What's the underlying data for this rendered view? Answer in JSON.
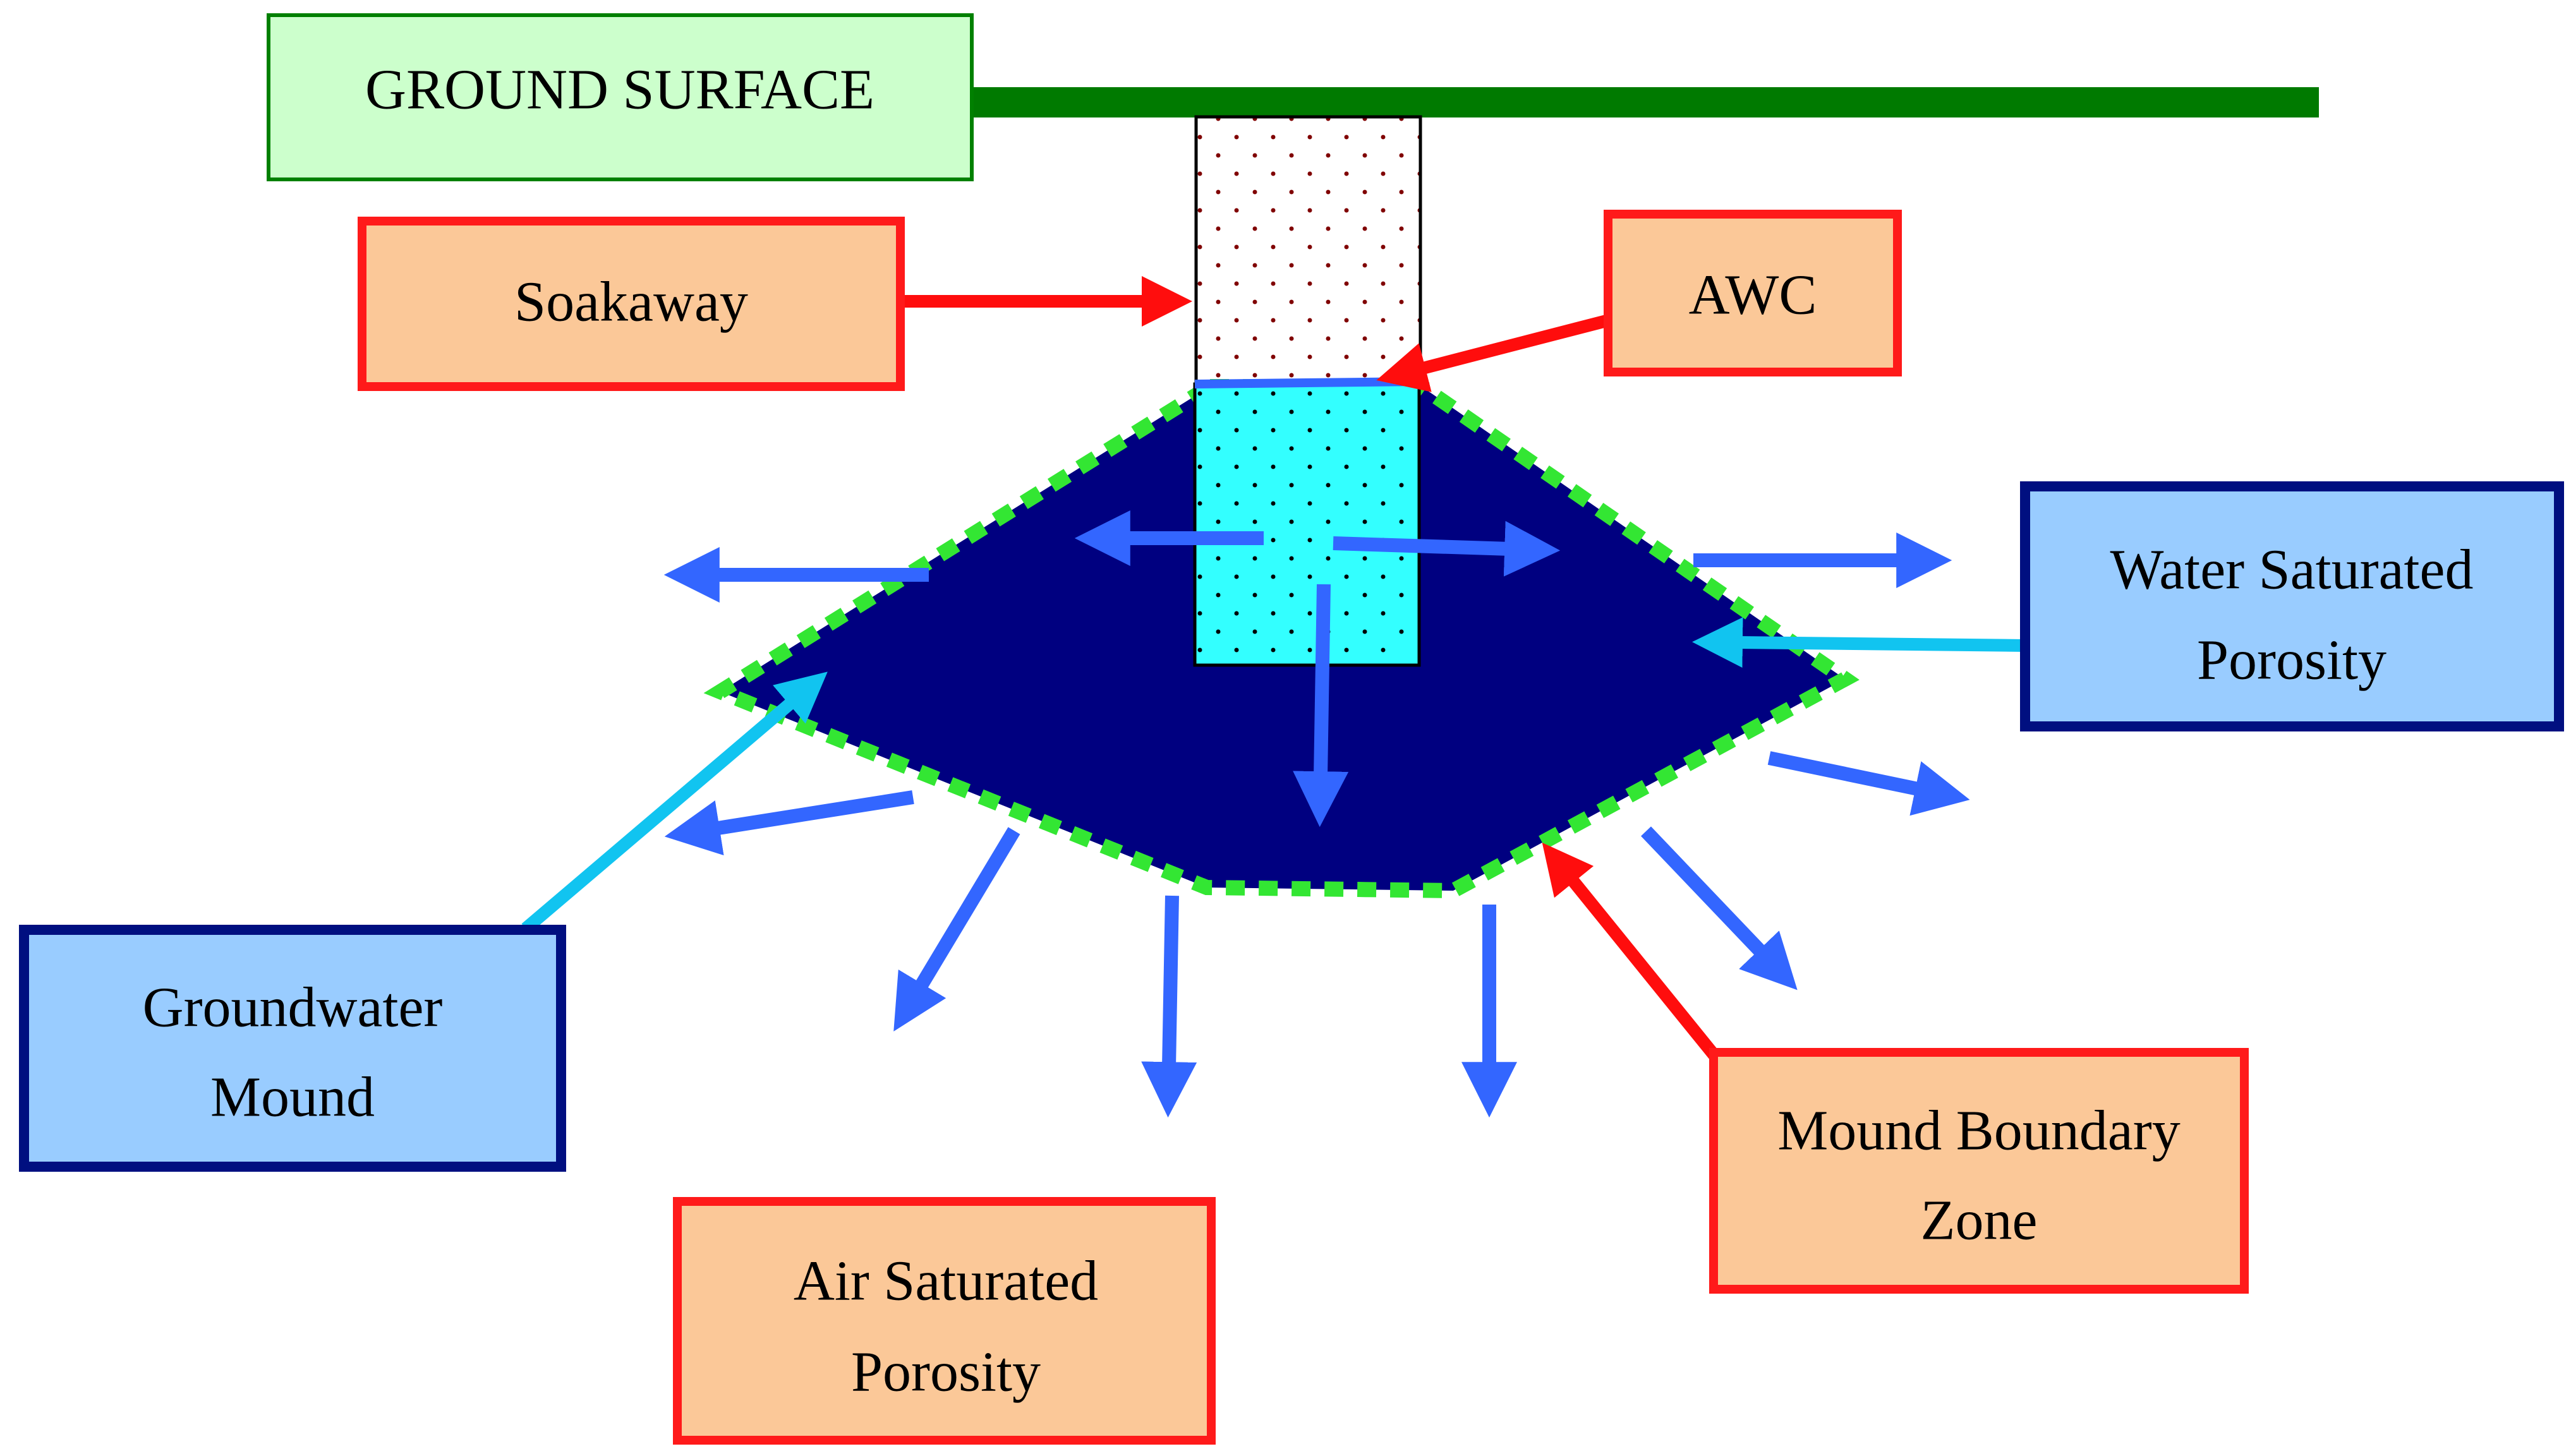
{
  "labels": {
    "ground_surface": "GROUND SURFACE",
    "soakaway": "Soakaway",
    "awc": "AWC",
    "water_saturated_porosity": [
      "Water Saturated",
      "Porosity"
    ],
    "groundwater_mound": [
      "Groundwater",
      "Mound"
    ],
    "mound_boundary_zone": [
      "Mound Boundary",
      "Zone"
    ],
    "air_saturated_porosity": [
      "Air Saturated",
      "Porosity"
    ]
  },
  "colors": {
    "ground_line": "#007a00",
    "ground_box_fill": "#ccffcc",
    "ground_box_border": "#008000",
    "orange_box_fill": "#fbc898",
    "red_border": "#ff1a1a",
    "blue_box_fill": "#99ccff",
    "navy_border": "#000f80",
    "mound_fill": "#000080",
    "mound_boundary": "#33e633",
    "water_column": "#33ffff",
    "flow_arrow": "#3366ff",
    "light_arrow": "#11c4f0",
    "red_arrow": "#ff0d0d",
    "soakaway_dots": "#800000"
  }
}
